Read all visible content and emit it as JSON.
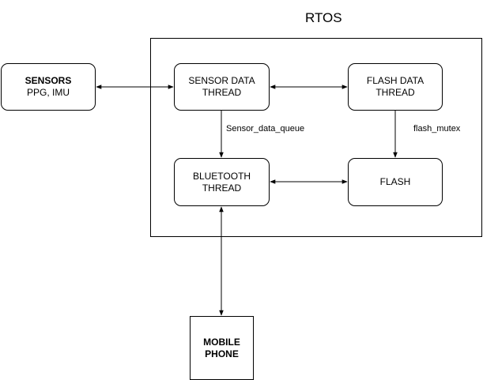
{
  "diagram": {
    "title": "RTOS",
    "nodes": {
      "sensors": {
        "line1": "SENSORS",
        "line2": "PPG, IMU"
      },
      "sensor_data_thread": {
        "line1": "SENSOR DATA",
        "line2": "THREAD"
      },
      "flash_data_thread": {
        "line1": "FLASH DATA",
        "line2": "THREAD"
      },
      "bluetooth_thread": {
        "line1": "BLUETOOTH",
        "line2": "THREAD"
      },
      "flash": {
        "line1": "FLASH"
      },
      "mobile_phone": {
        "line1": "MOBILE",
        "line2": "PHONE"
      }
    },
    "edges": [
      {
        "from": "sensors",
        "to": "sensor_data_thread",
        "direction": "both"
      },
      {
        "from": "sensor_data_thread",
        "to": "flash_data_thread",
        "direction": "both"
      },
      {
        "from": "sensor_data_thread",
        "to": "bluetooth_thread",
        "direction": "forward",
        "label": "Sensor_data_queue"
      },
      {
        "from": "flash_data_thread",
        "to": "flash",
        "direction": "forward",
        "label": "flash_mutex"
      },
      {
        "from": "bluetooth_thread",
        "to": "flash",
        "direction": "both"
      },
      {
        "from": "bluetooth_thread",
        "to": "mobile_phone",
        "direction": "both"
      }
    ]
  }
}
